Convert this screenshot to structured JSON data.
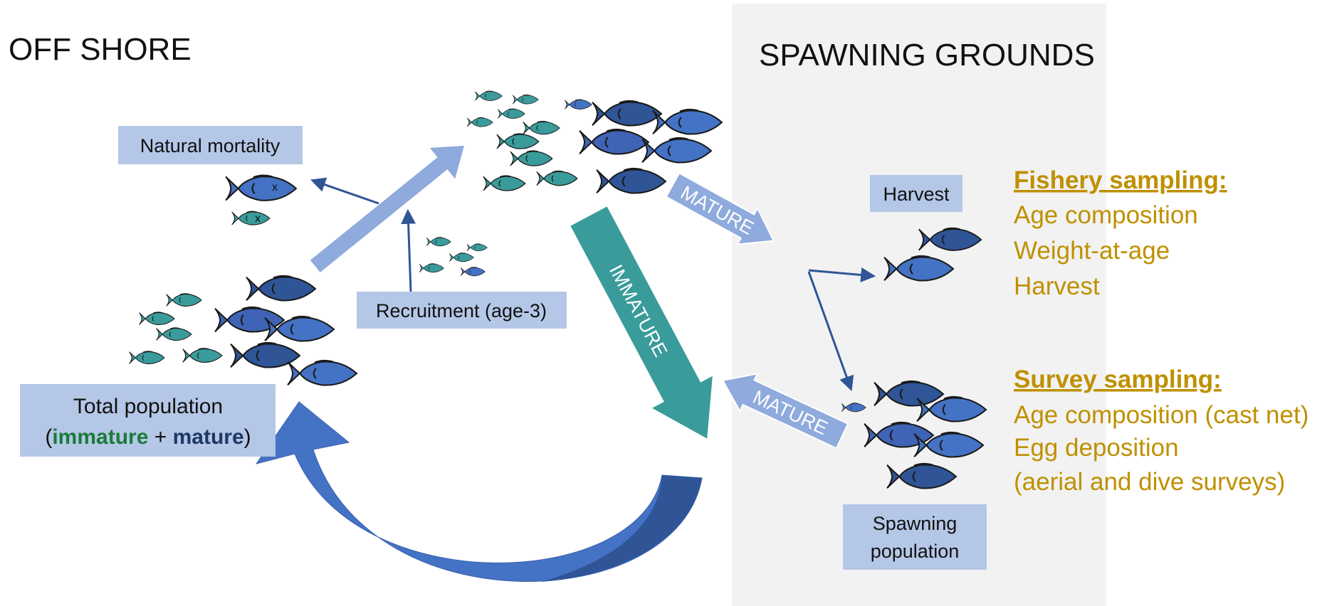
{
  "zones": {
    "offshore": "OFF SHORE",
    "spawning": "SPAWNING GROUNDS"
  },
  "boxes": {
    "natural_mortality": "Natural mortality",
    "recruitment": "Recruitment (age-3)",
    "harvest": "Harvest",
    "spawning_line1": "Spawning",
    "spawning_line2": "population",
    "total_line1": "Total population",
    "total_open": "(",
    "total_immature": "immature",
    "total_plus": " + ",
    "total_mature": "mature",
    "total_close": ")"
  },
  "arrows": {
    "mature_top": "MATURE",
    "immature": "IMMATURE",
    "mature_bottom": "MATURE"
  },
  "fishery": {
    "heading": "Fishery sampling:",
    "items": [
      "Age composition",
      "Weight-at-age",
      "Harvest"
    ]
  },
  "survey": {
    "heading": "Survey sampling:",
    "items": [
      "Age composition (cast net)",
      "Egg deposition",
      "(aerial and dive surveys)"
    ]
  },
  "mortality_marks": [
    "x",
    "x"
  ],
  "colors": {
    "spawning_bg": "#f2f2f2",
    "label_box": "#b4c7e7",
    "light_arrow": "#8faadc",
    "teal_arrow": "#3a9b9b",
    "blue_arrow": "#4472c4",
    "dark_arrow": "#2f5597",
    "thin_arrow": "#2f5597",
    "sampling_text": "#bf9000",
    "immature_text": "#1b7a3a",
    "mature_text": "#1f3864",
    "fish_teal": "#3a9b9b",
    "fish_blue": "#4472c4",
    "fish_dark": "#2f5597",
    "fish_mid": "#3f63b5"
  }
}
